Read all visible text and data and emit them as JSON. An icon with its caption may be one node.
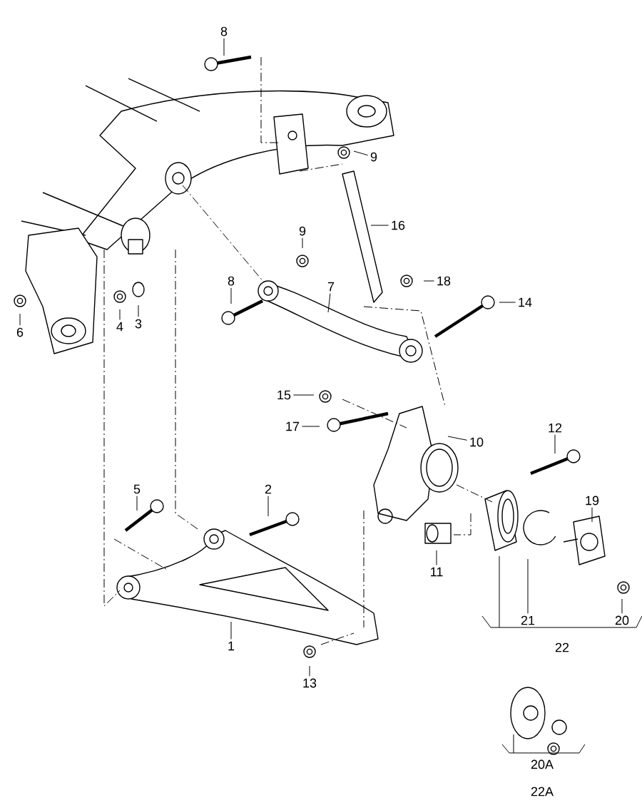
{
  "diagram": {
    "nodes": [
      {
        "text": [
          "8"
        ]
      },
      {
        "text": [
          "9"
        ]
      },
      {
        "text": [
          "16"
        ]
      },
      {
        "text": [
          "9"
        ]
      },
      {
        "text": [
          "18"
        ]
      },
      {
        "text": [
          "8"
        ]
      },
      {
        "text": [
          "7"
        ]
      },
      {
        "text": [
          "14"
        ]
      },
      {
        "text": [
          "6"
        ]
      },
      {
        "text": [
          "4"
        ]
      },
      {
        "text": [
          "3"
        ]
      },
      {
        "text": [
          "15"
        ]
      },
      {
        "text": [
          "17"
        ]
      },
      {
        "text": [
          "10"
        ]
      },
      {
        "text": [
          "12"
        ]
      },
      {
        "text": [
          "5"
        ]
      },
      {
        "text": [
          "2"
        ]
      },
      {
        "text": [
          "19"
        ]
      },
      {
        "text": [
          "11"
        ]
      },
      {
        "text": [
          "21"
        ]
      },
      {
        "text": [
          "20"
        ]
      },
      {
        "text": [
          "1"
        ]
      },
      {
        "text": [
          "13"
        ]
      }
    ],
    "edges": [
      {
        "from": 0,
        "to": null,
        "arrow": "none"
      },
      {
        "from": 1,
        "to": null,
        "arrow": "none"
      },
      {
        "from": 2,
        "to": null,
        "arrow": "none"
      },
      {
        "from": 3,
        "to": null,
        "arrow": "none"
      },
      {
        "from": 4,
        "to": null,
        "arrow": "none"
      },
      {
        "from": 5,
        "to": null,
        "arrow": "none"
      },
      {
        "from": 6,
        "to": null,
        "arrow": "none"
      },
      {
        "from": 7,
        "to": null,
        "arrow": "none"
      },
      {
        "from": 8,
        "to": null,
        "arrow": "none"
      },
      {
        "from": 9,
        "to": null,
        "arrow": "none"
      },
      {
        "from": 10,
        "to": null,
        "arrow": "none"
      },
      {
        "from": 11,
        "to": null,
        "arrow": "none"
      },
      {
        "from": 12,
        "to": null,
        "arrow": "none"
      },
      {
        "from": 13,
        "to": null,
        "arrow": "none"
      },
      {
        "from": 14,
        "to": null,
        "arrow": "none"
      },
      {
        "from": 15,
        "to": null,
        "arrow": "none"
      },
      {
        "from": 16,
        "to": null,
        "arrow": "none"
      },
      {
        "from": 17,
        "to": null,
        "arrow": "none"
      },
      {
        "from": 18,
        "to": null,
        "arrow": "none"
      },
      {
        "from": 19,
        "to": null,
        "arrow": "none"
      },
      {
        "from": 20,
        "to": null,
        "arrow": "none"
      },
      {
        "from": 21,
        "to": null,
        "arrow": "none"
      },
      {
        "from": 22,
        "to": null,
        "arrow": "none"
      }
    ],
    "labels": [
      "22",
      "20A",
      "22A"
    ]
  }
}
